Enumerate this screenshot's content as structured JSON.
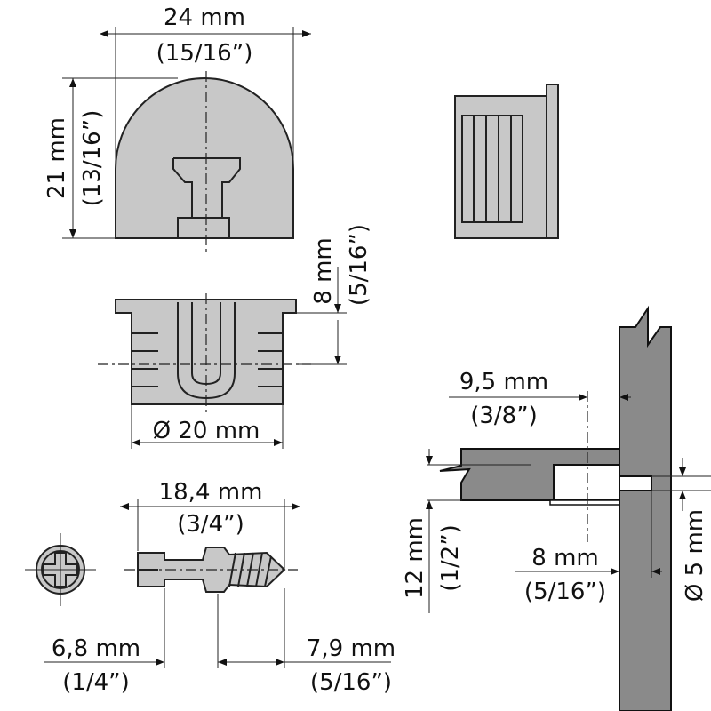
{
  "top_view": {
    "width_mm": "24 mm",
    "width_in": "(15/16”)",
    "height_mm": "21 mm",
    "height_in": "(13/16”)"
  },
  "section_view": {
    "depth_mm": "8 mm",
    "depth_in": "(5/16”)",
    "diameter": "Ø 20 mm"
  },
  "bolt": {
    "length_mm": "18,4 mm",
    "length_in": "(3/4”)",
    "head_mm": "6,8 mm",
    "head_in": "(1/4”)",
    "thread_mm": "7,9 mm",
    "thread_in": "(5/16”)"
  },
  "installation": {
    "offset_mm": "9,5 mm",
    "offset_in": "(3/8”)",
    "thickness_mm": "12 mm",
    "thickness_in": "(1/2”)",
    "hole_depth_mm": "8 mm",
    "hole_depth_in": "(5/16”)",
    "hole_diameter": "Ø 5 mm"
  },
  "colors": {
    "part": "#c8c8c8",
    "board": "#8a8a8a"
  }
}
